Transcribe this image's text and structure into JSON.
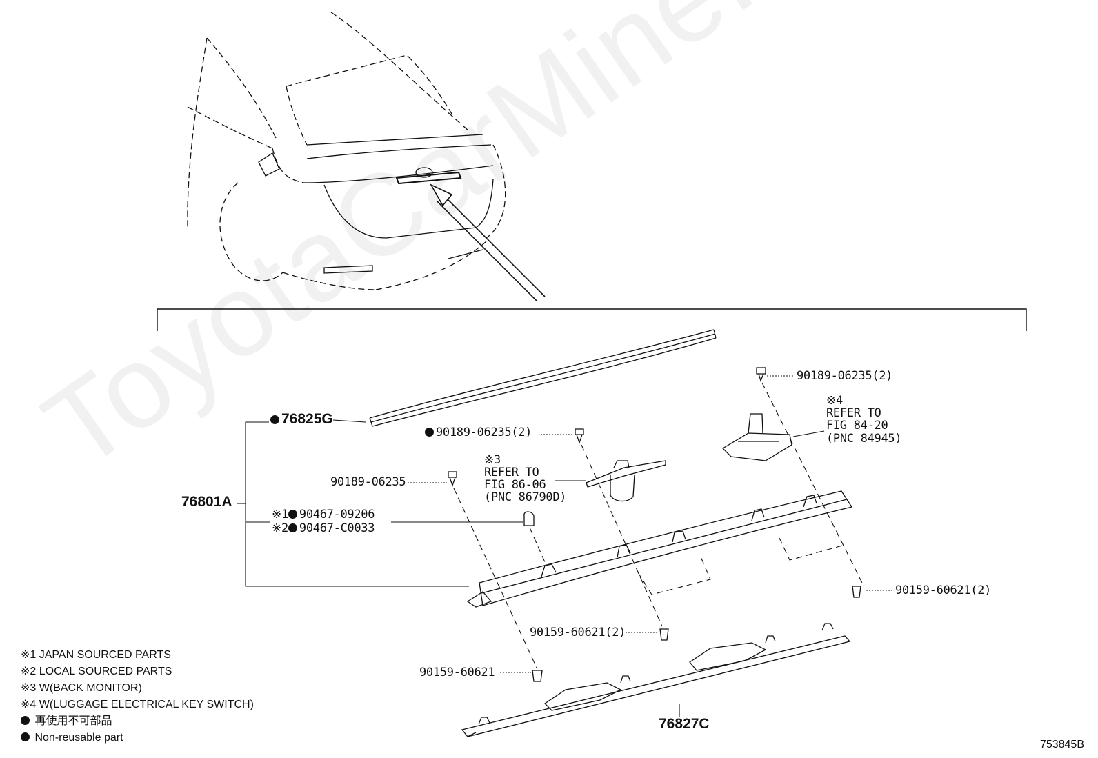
{
  "watermark": "ToyotaCarMine.ru",
  "figure_number": "753845B",
  "parts": {
    "p76825G": "76825G",
    "p76801A": "76801A",
    "p90467_09206": "90467-09206",
    "p90467_C0033": "90467-C0033",
    "p90189_top_right": "90189-06235(2)",
    "p90189_mid": "90189-06235(2)",
    "p90189_single": "90189-06235",
    "p90159_right": "90159-60621(2)",
    "p90159_mid": "90159-60621(2)",
    "p90159_single": "90159-60621",
    "p76827C": "76827C"
  },
  "marks": {
    "m1": "※1",
    "m2": "※2",
    "m3": "※3",
    "m4": "※4"
  },
  "refs": {
    "ref3_line1": "REFER TO",
    "ref3_line2": "FIG 86-06",
    "ref3_line3": "(PNC 86790D)",
    "ref4_line1": "REFER TO",
    "ref4_line2": "FIG 84-20",
    "ref4_line3": "(PNC 84945)"
  },
  "legend": {
    "note1": "※1 JAPAN SOURCED PARTS",
    "note2": "※2 LOCAL SOURCED PARTS",
    "note3": "※3 W(BACK MONITOR)",
    "note4": "※4 W(LUGGAGE ELECTRICAL KEY SWITCH)",
    "jp_nonreusable": "再使用不可部品",
    "en_nonreusable": "Non-reusable part"
  },
  "icons": [
    "non-reusable-dot-icon"
  ]
}
